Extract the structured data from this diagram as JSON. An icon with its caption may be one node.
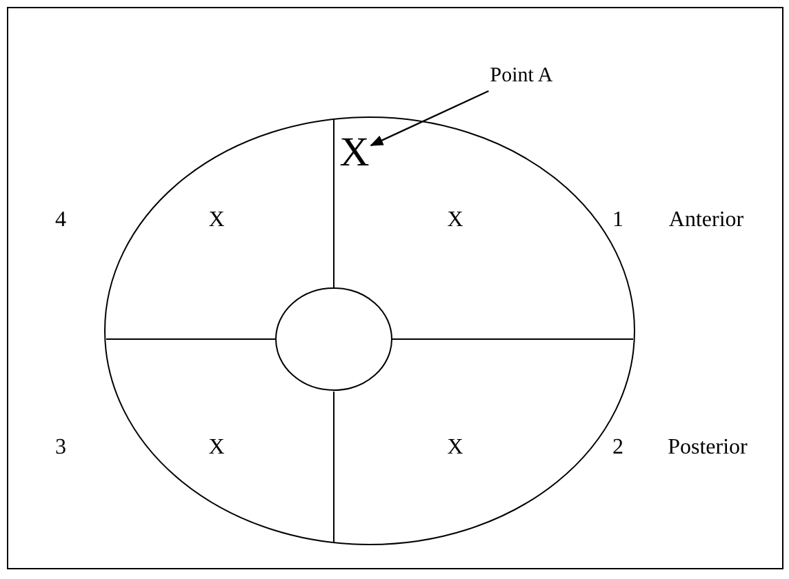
{
  "diagram": {
    "nodes": [
      {
        "text": [
          "Point A"
        ]
      },
      {
        "text": [
          "X"
        ]
      }
    ],
    "edges": [
      {
        "from": 0,
        "to": 1,
        "arrow": "to"
      }
    ],
    "labels": [
      "4",
      "X",
      "X",
      "1",
      "Anterior",
      "3",
      "X",
      "X",
      "2",
      "Posterior"
    ]
  }
}
